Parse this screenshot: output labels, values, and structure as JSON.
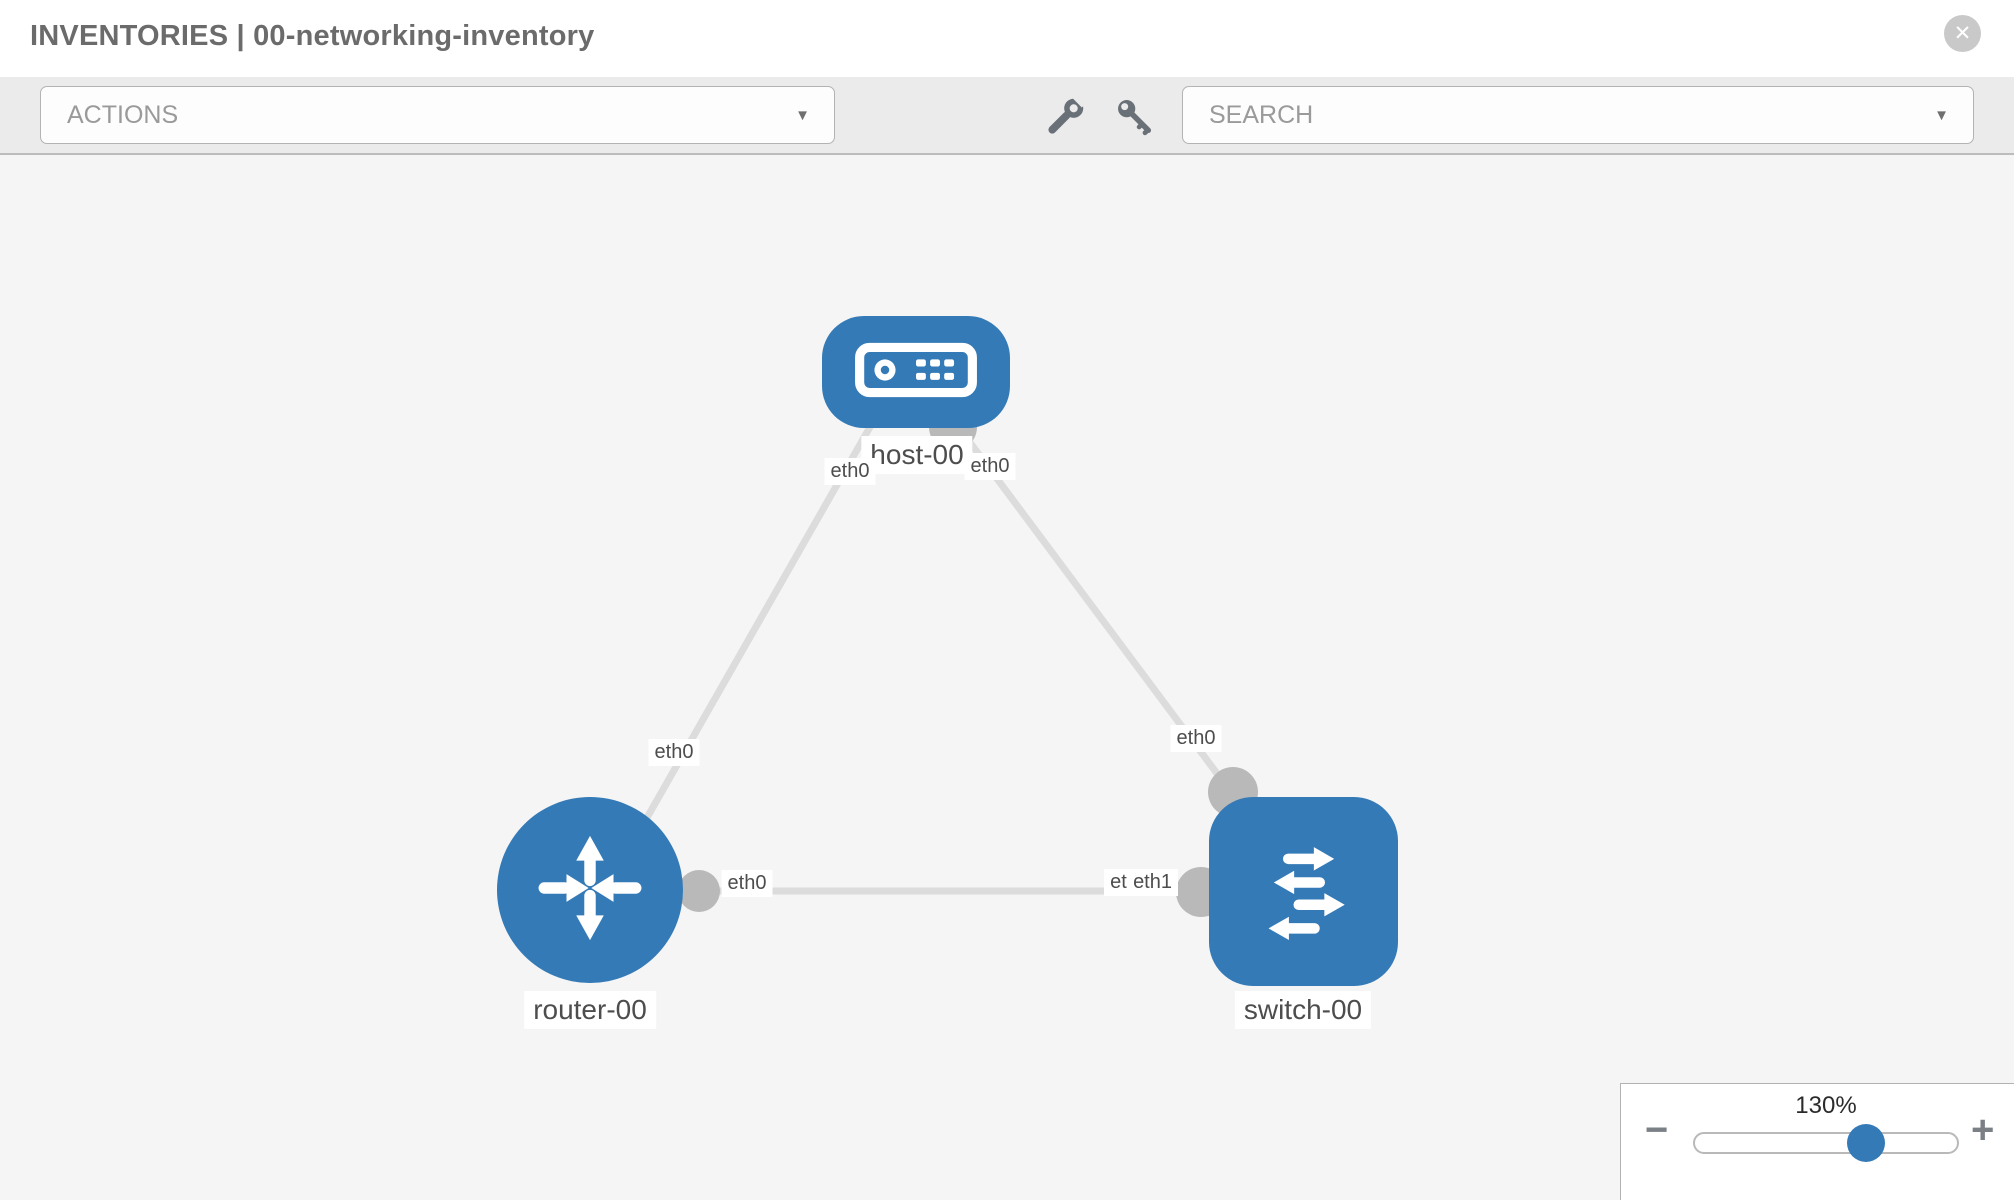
{
  "header": {
    "title": "INVENTORIES | 00-networking-inventory"
  },
  "toolbar": {
    "actions_label": "ACTIONS",
    "search_placeholder": "SEARCH"
  },
  "topology": {
    "nodes": [
      {
        "id": "host-00",
        "type": "host",
        "label": "host-00"
      },
      {
        "id": "router-00",
        "type": "router",
        "label": "router-00"
      },
      {
        "id": "switch-00",
        "type": "switch",
        "label": "switch-00"
      }
    ],
    "links": [
      {
        "source": "host-00",
        "source_if": "eth0",
        "target": "router-00",
        "target_if": "eth0"
      },
      {
        "source": "host-00",
        "source_if": "eth0",
        "target": "switch-00",
        "target_if": "eth0"
      },
      {
        "source": "router-00",
        "source_if": "eth0",
        "target": "switch-00",
        "target_if": "eth1",
        "target_if_underlay": "eth0"
      }
    ]
  },
  "zoom_control": {
    "level": "130%"
  },
  "icons": {
    "close": "✕",
    "caret": "▼",
    "minus": "−",
    "plus": "+"
  },
  "colors": {
    "node_blue": "#337ab7",
    "link_gray": "#dcdcdc",
    "port_gray": "#b9b9b9",
    "toolbar_bg": "#ebebeb",
    "canvas_bg": "#f5f5f5"
  }
}
